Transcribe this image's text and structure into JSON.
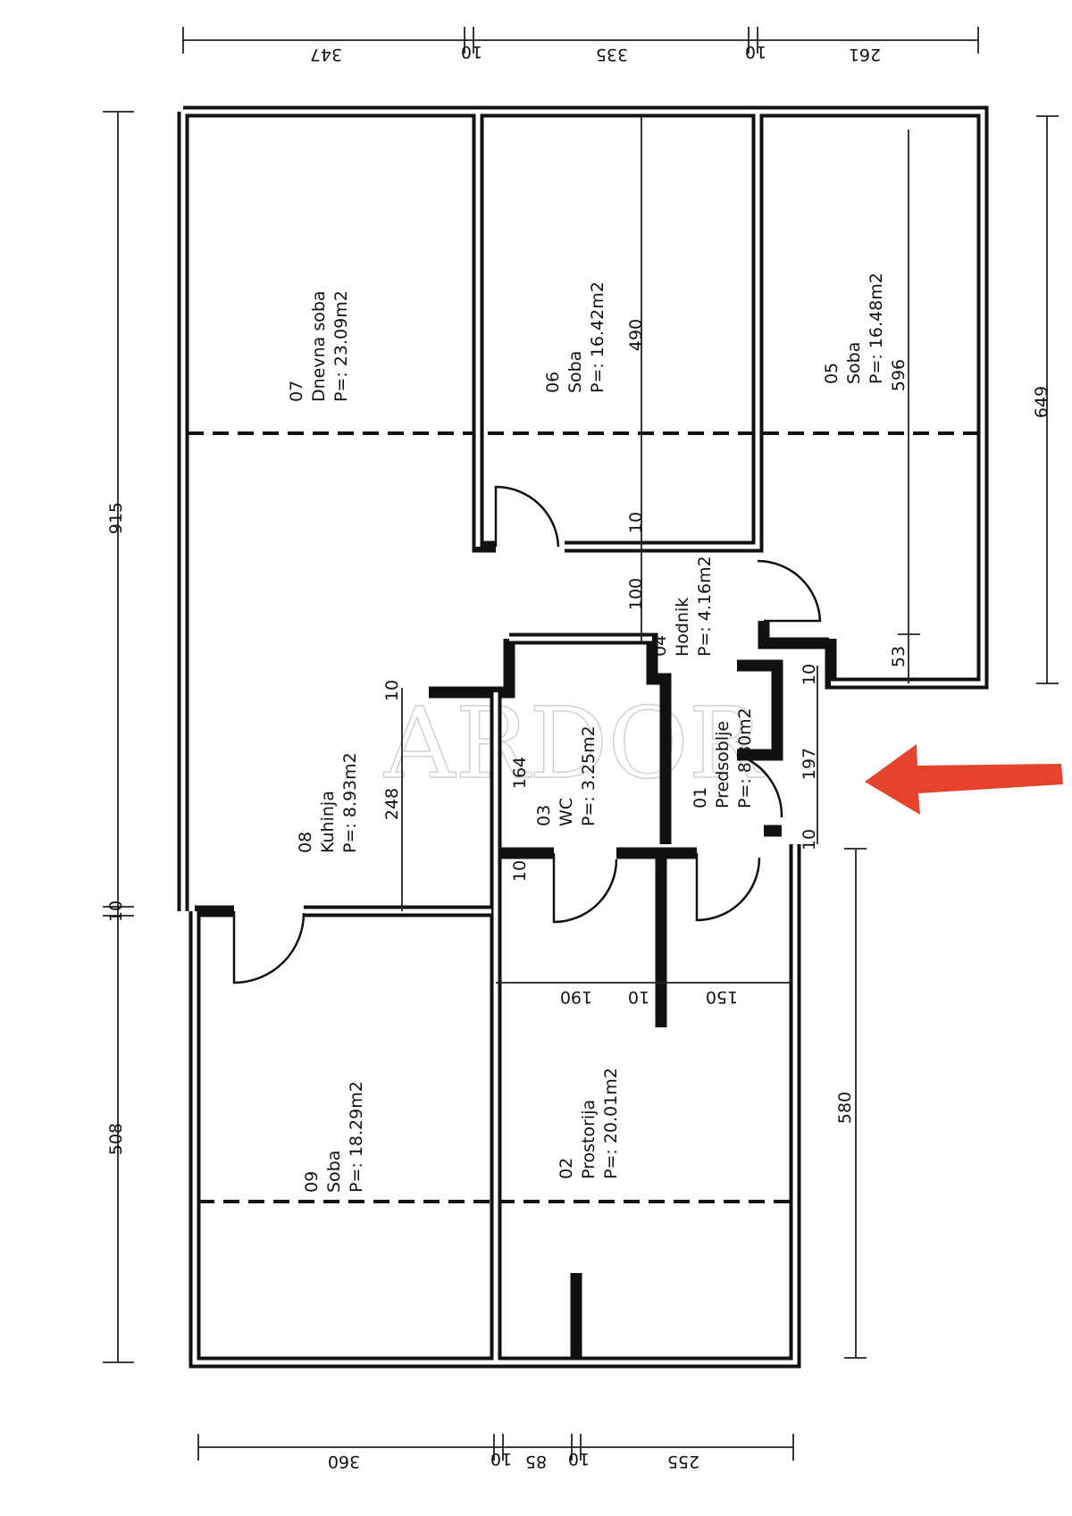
{
  "watermark": {
    "logo_text": "ARDOR"
  },
  "colors": {
    "ink": "#111111",
    "arrow": "#e5432b",
    "watermark": "#cfcfcf"
  },
  "rooms": [
    {
      "number": "07",
      "name": "Dnevna soba",
      "area": "P=:  23.09m2"
    },
    {
      "number": "06",
      "name": "Soba",
      "area": "P=:  16.42m2"
    },
    {
      "number": "05",
      "name": "Soba",
      "area": "P=:  16.48m2"
    },
    {
      "number": "04",
      "name": "Hodnik",
      "area": "P=:  4.16m2"
    },
    {
      "number": "08",
      "name": "Kuhinja",
      "area": "P=:  8.93m2"
    },
    {
      "number": "03",
      "name": "WC",
      "area": "P=:  3.25m2"
    },
    {
      "number": "01",
      "name": "Predsoblje",
      "area": "P=:  8.80m2"
    },
    {
      "number": "09",
      "name": "Soba",
      "area": "P=:  18.29m2"
    },
    {
      "number": "02",
      "name": "Prostorija",
      "area": "P=:  20.01m2"
    }
  ],
  "dimensions": {
    "top": [
      "347",
      "10",
      "335",
      "10",
      "261"
    ],
    "bottom": [
      "360",
      "10",
      "85",
      "10",
      "255"
    ],
    "left": [
      "915",
      "10",
      "508"
    ],
    "right": "649",
    "interior": {
      "room06_height": "490",
      "room05_596": "596",
      "gap_10": "10",
      "hall_100": "100",
      "hall_53": "53",
      "kitchen_248": "248",
      "kitchen_10": "10",
      "wc_164": "164",
      "wc_10": "10",
      "entry_197": "197",
      "entry_10_top": "10",
      "entry_10_bottom": "10",
      "row_190": "190",
      "row_10": "10",
      "row_150": "150",
      "right_580": "580"
    }
  }
}
